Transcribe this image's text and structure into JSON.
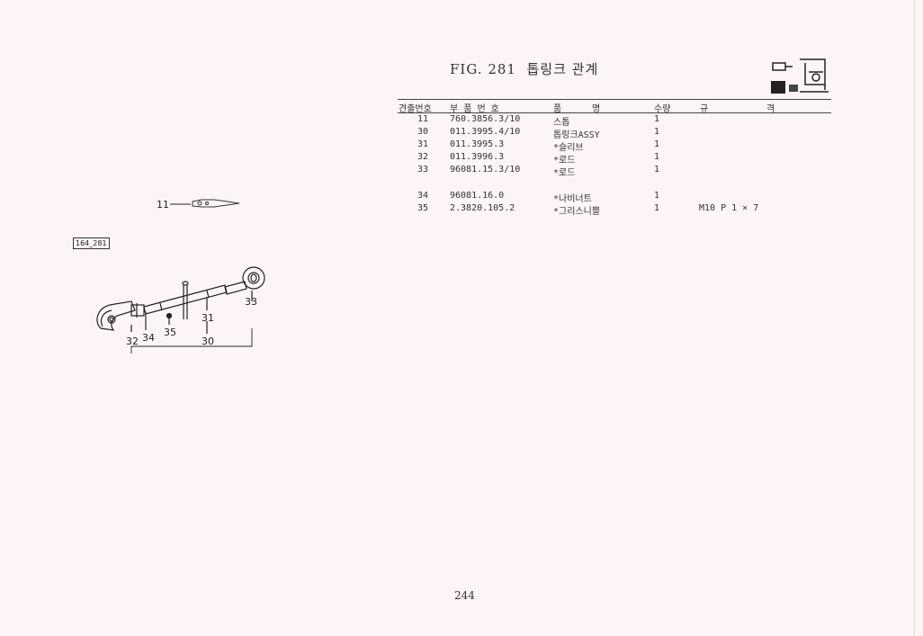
{
  "figure": {
    "label": "FIG. 281",
    "title": "톱링크 관계"
  },
  "table": {
    "headers": {
      "no": "견출번호",
      "part": "부 품 번 호",
      "name_1": "품",
      "name_2": "명",
      "qty": "수량",
      "spec_1": "규",
      "spec_2": "격"
    },
    "rows": [
      {
        "no": "11",
        "part": "760.3856.3/10",
        "name": "스톱",
        "qty": "1",
        "spec": ""
      },
      {
        "no": "30",
        "part": "011.3995.4/10",
        "name": "톱링크ASSY",
        "qty": "1",
        "spec": ""
      },
      {
        "no": "31",
        "part": "011.3995.3",
        "name": "*슬리브",
        "qty": "1",
        "spec": ""
      },
      {
        "no": "32",
        "part": "011.3996.3",
        "name": "*로드",
        "qty": "1",
        "spec": ""
      },
      {
        "no": "33",
        "part": "96081.15.3/10",
        "name": "*로드",
        "qty": "1",
        "spec": ""
      },
      {
        "no": "34",
        "part": "96081.16.0",
        "name": "*나비너트",
        "qty": "1",
        "spec": ""
      },
      {
        "no": "35",
        "part": "2.3820.105.2",
        "name": "*그리스니쁠",
        "qty": "1",
        "spec": "M10 P 1 × 7"
      }
    ]
  },
  "diagram": {
    "reference_box": "164_281",
    "callouts": {
      "c11": "11",
      "c30": "30",
      "c31": "31",
      "c32": "32",
      "c33": "33",
      "c34": "34",
      "c35": "35"
    }
  },
  "page_number": "244"
}
